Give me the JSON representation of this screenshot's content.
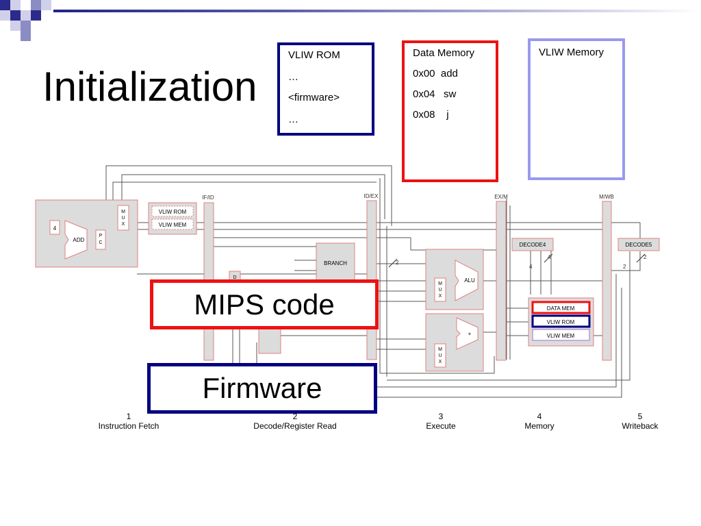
{
  "slide": {
    "title": "Initialization",
    "vliw_rom_box": {
      "lines": [
        "VLIW ROM",
        "…",
        "<firmware>",
        "…"
      ]
    },
    "data_memory_box": {
      "lines": [
        "Data Memory",
        "0x00  add",
        "0x04   sw",
        "0x08    j"
      ]
    },
    "vliw_memory_box": {
      "lines": [
        "VLIW Memory"
      ]
    },
    "mips_code_label": "MIPS code",
    "firmware_label": "Firmware"
  },
  "diagram": {
    "registers": {
      "if_id": "IF/ID",
      "id_ex": "ID/EX",
      "ex_m": "EX/M",
      "m_wb": "M/WB"
    },
    "blocks": {
      "const4": "4",
      "add": "ADD",
      "pc": "P\nC",
      "mux_if": "M\nU\nX",
      "vliw_rom": "VLIW ROM",
      "vliw_mem": "VLIW MEM",
      "branch": "BRANCH",
      "d_block": "D",
      "alu": "ALU",
      "mux_ex1": "M\nU\nX",
      "plus": "+",
      "mux_ex2": "M\nU\nX",
      "decode4": "DECODE4",
      "decode5": "DECODE5",
      "mem_data": "DATA MEM",
      "mem_vliw_rom": "VLIW ROM",
      "mem_vliw_mem": "VLIW MEM"
    },
    "bus_widths": {
      "id_ex": "2",
      "decode4_a": "4",
      "decode4_b": "4",
      "decode5_a": "2",
      "decode5_b": "2"
    },
    "stages": [
      {
        "num": "1",
        "name": "Instruction Fetch"
      },
      {
        "num": "2",
        "name": "Decode/Register Read"
      },
      {
        "num": "3",
        "name": "Execute"
      },
      {
        "num": "4",
        "name": "Memory"
      },
      {
        "num": "5",
        "name": "Writeback"
      }
    ]
  },
  "colors": {
    "navy": "#000080",
    "red": "#ee1111",
    "lavender": "#9999ee",
    "block_fill": "#dcdcdc",
    "block_stroke": "#e08080",
    "wire": "#444444"
  }
}
